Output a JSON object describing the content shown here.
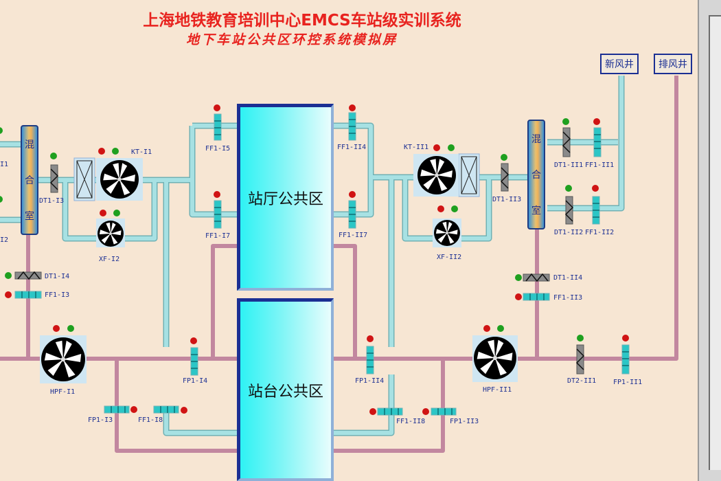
{
  "header": {
    "title": "上海地铁教育培训中心EMCS车站级实训系统",
    "subtitle": "地下车站公共区环控系统模拟屏"
  },
  "rooms": {
    "hall": "站厅公共区",
    "platform": "站台公共区"
  },
  "shafts": {
    "fresh_air": "新风井",
    "exhaust": "排风井"
  },
  "mix_room": [
    "混",
    "合",
    "室"
  ],
  "left_edge_labels": [
    "I1",
    "I2"
  ],
  "labels": {
    "kt_i1": "KT-I1",
    "xf_i2": "XF-I2",
    "dt1_i3": "DT1-I3",
    "dt1_i4": "DT1-I4",
    "ff1_i3": "FF1-I3",
    "ff1_i5": "FF1-I5",
    "ff1_i7": "FF1-I7",
    "ff1_ii4": "FF1-II4",
    "ff1_ii7": "FF1-II7",
    "kt_ii1": "KT-II1",
    "xf_ii2": "XF-II2",
    "dt1_ii3": "DT1-II3",
    "dt1_ii1": "DT1-II1",
    "ff1_ii1": "FF1-II1",
    "dt1_ii2": "DT1-II2",
    "ff1_ii2": "FF1-II2",
    "dt1_ii4": "DT1-II4",
    "ff1_ii3": "FF1-II3",
    "hpf_i1": "HPF-I1",
    "fp1_i4": "FP1-I4",
    "fp1_i3": "FP1-I3",
    "ff1_i8": "FF1-I8",
    "fp1_ii4": "FP1-II4",
    "ff1_ii8": "FF1-II8",
    "fp1_ii3": "FP1-II3",
    "hpf_ii1": "HPF-II1",
    "dt2_ii1": "DT2-II1",
    "fp1_ii1": "FP1-II1"
  },
  "colors": {
    "background": "#f7e6d3",
    "title": "#e8231f",
    "supply_pipe": "#9fd6d9",
    "return_pipe": "#c2879f",
    "label": "#1b2f93",
    "led_red": "#d01414",
    "led_green": "#1fa01f",
    "damper": "#2cc6c6"
  },
  "icons": {
    "fan": "fan-icon",
    "filter": "filter-coil-icon",
    "damper": "damper-icon",
    "indicator": "indicator-led-icon"
  }
}
